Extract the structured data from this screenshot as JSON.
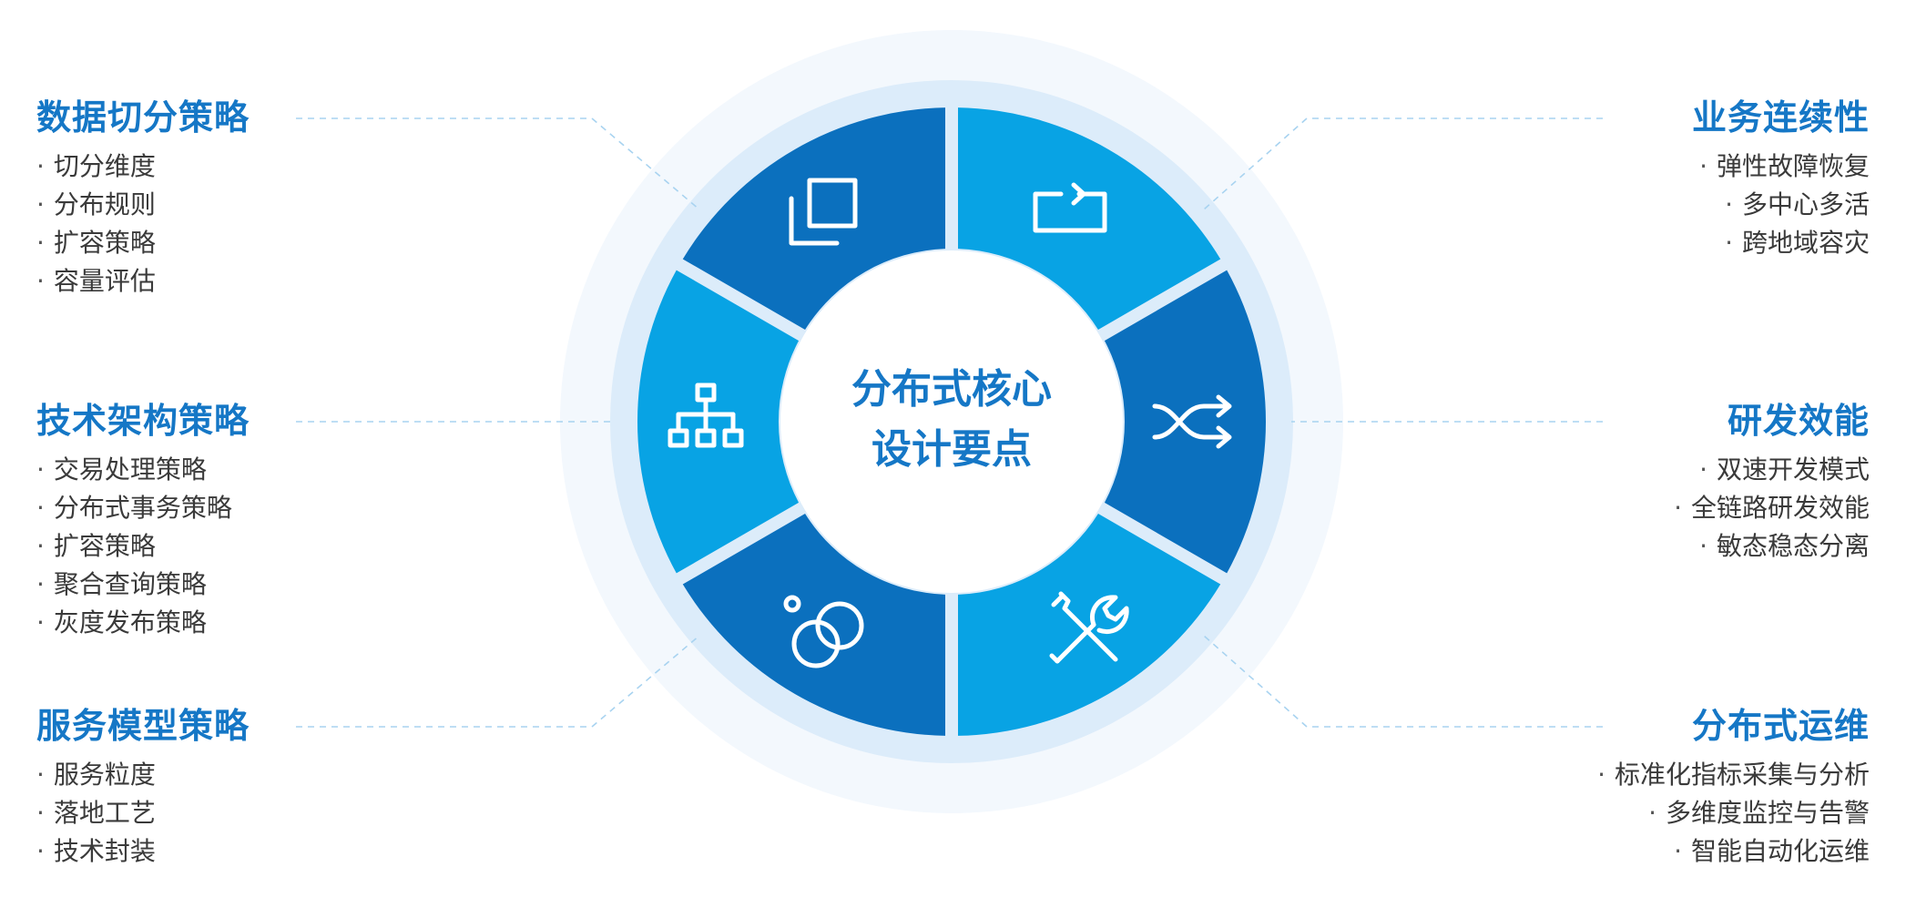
{
  "center": {
    "line1": "分布式核心",
    "line2": "设计要点"
  },
  "groups": {
    "data_split": {
      "title": "数据切分策略",
      "items": [
        "切分维度",
        "分布规则",
        "扩容策略",
        "容量评估"
      ]
    },
    "tech_arch": {
      "title": "技术架构策略",
      "items": [
        "交易处理策略",
        "分布式事务策略",
        "扩容策略",
        "聚合查询策略",
        "灰度发布策略"
      ]
    },
    "service_model": {
      "title": "服务模型策略",
      "items": [
        "服务粒度",
        "落地工艺",
        "技术封装"
      ]
    },
    "biz_continuity": {
      "title": "业务连续性",
      "items": [
        "弹性故障恢复",
        "多中心多活",
        "跨地域容灾"
      ]
    },
    "dev_efficiency": {
      "title": "研发效能",
      "items": [
        "双速开发模式",
        "全链路研发效能",
        "敏态稳态分离"
      ]
    },
    "dist_ops": {
      "title": "分布式运维",
      "items": [
        "标准化指标采集与分析",
        "多维度监控与告警",
        "智能自动化运维"
      ]
    }
  },
  "bullet": "·",
  "segments": [
    {
      "icon": "crop-icon",
      "color": "#0b70be"
    },
    {
      "icon": "loop-arrow-icon",
      "color": "#08a3e4"
    },
    {
      "icon": "shuffle-icon",
      "color": "#0b70be"
    },
    {
      "icon": "tools-icon",
      "color": "#08a3e4"
    },
    {
      "icon": "circles-icon",
      "color": "#0b70be"
    },
    {
      "icon": "hierarchy-icon",
      "color": "#08a3e4"
    }
  ],
  "colors": {
    "title": "#1577c6",
    "text": "#3a3a3a",
    "dark_segment": "#0b70be",
    "light_segment": "#08a3e4",
    "ring": "#dcecfa",
    "halo": "#f2f8fd",
    "connector": "#a8d3f0"
  }
}
